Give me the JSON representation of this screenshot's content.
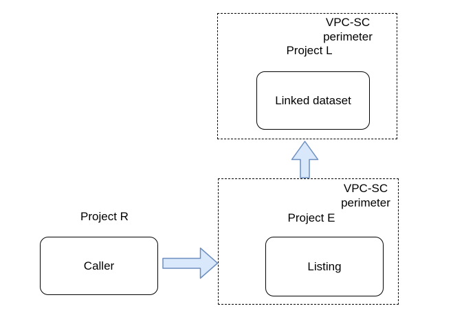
{
  "colors": {
    "background": "#ffffff",
    "shape_border": "#000000",
    "text": "#000000",
    "arrow_fill": "#dae8fc",
    "arrow_stroke": "#6c8ebf"
  },
  "top_perimeter": {
    "perimeter_label": "VPC-SC perimeter",
    "project_label": "Project L",
    "node_label": "Linked dataset"
  },
  "bottom_perimeter": {
    "perimeter_label": "VPC-SC perimeter",
    "project_label": "Project E",
    "node_label": "Listing"
  },
  "external_project": {
    "project_label": "Project R",
    "node_label": "Caller"
  },
  "arrows": {
    "caller_to_listing": "caller-to-listing-arrow",
    "listing_to_linked_dataset": "listing-to-linked-dataset-arrow"
  }
}
